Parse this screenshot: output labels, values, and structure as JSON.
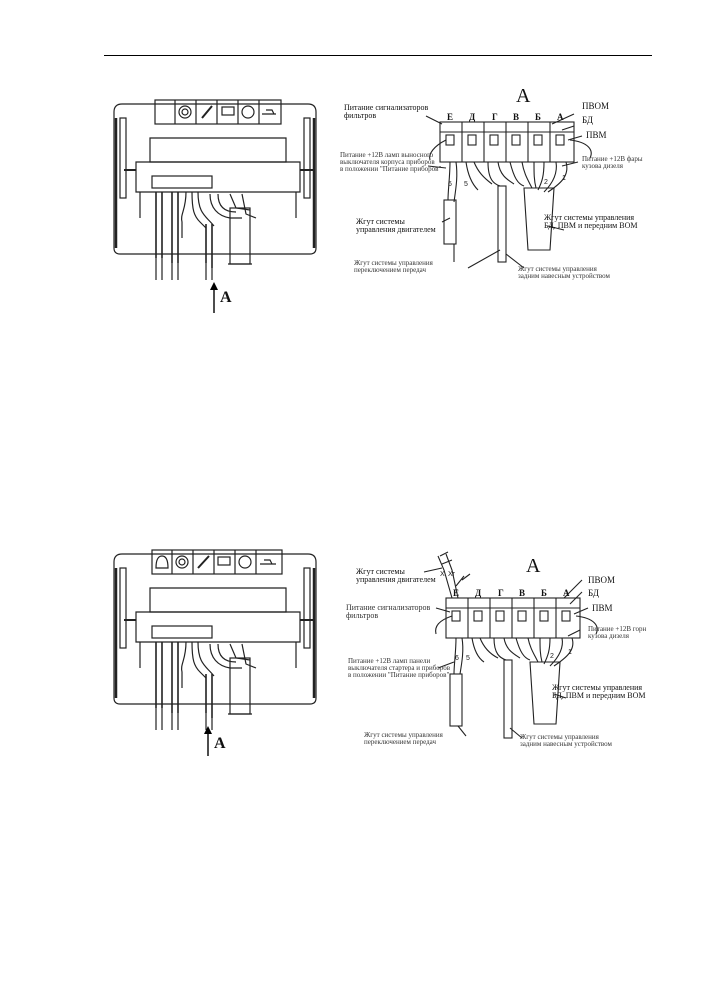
{
  "figure1": {
    "view_arrow_label": "А",
    "detail_title": "А",
    "socket_letters": [
      "Е",
      "Д",
      "Г",
      "В",
      "Б",
      "А"
    ],
    "labels": {
      "filters_line1": "Питание сигнализаторов",
      "filters_line2": "фильтров",
      "pvom": "ПВОМ",
      "bd": "БД",
      "pvm": "ПВМ",
      "power_left_line1": "Питание +12В ламп выносного",
      "power_left_line2": "выключателя корпуса приборов",
      "power_left_line3": "в положении \"Питание приборов\"",
      "power_right_line1": "Питание +12В фары",
      "power_right_line2": "кузова дизеля",
      "engine_harness_line1": "Жгут системы",
      "engine_harness_line2": "управления двигателем",
      "bd_harness_line1": "Жгут системы управления",
      "bd_harness_line2": "БД, ПВМ и передним ВОМ",
      "range_harness_line1": "Жгут системы управления",
      "range_harness_line2": "переключением передач",
      "right_harness_line1": "Жгут системы управления",
      "right_harness_line2": "задним навесным устройством"
    }
  },
  "figure2": {
    "view_arrow_label": "А",
    "detail_title": "А",
    "socket_letters": [
      "Е",
      "Д",
      "Г",
      "В",
      "Б",
      "А"
    ],
    "labels": {
      "engine_harness_line1": "Жгут системы",
      "engine_harness_line2": "управления двигателем",
      "pvom": "ПВОМ",
      "bd": "БД",
      "pvm": "ПВМ",
      "filters_line1": "Питание сигнализаторов",
      "filters_line2": "фильтров",
      "power_right_line1": "Питание +12В горн",
      "power_right_line2": "кузова дизеля",
      "power_left_line1": "Питание +12В ламп панели",
      "power_left_line2": "выключателя стартера и приборов",
      "power_left_line3": "в положении \"Питание приборов\"",
      "bd_harness_line1": "Жгут системы управления",
      "bd_harness_line2": "БД, ПВМ и передним ВОМ",
      "range_harness_line1": "Жгут системы управления",
      "range_harness_line2": "переключением передач",
      "right_harness_line1": "Жгут системы управления",
      "right_harness_line2": "задним навесным устройством"
    }
  }
}
